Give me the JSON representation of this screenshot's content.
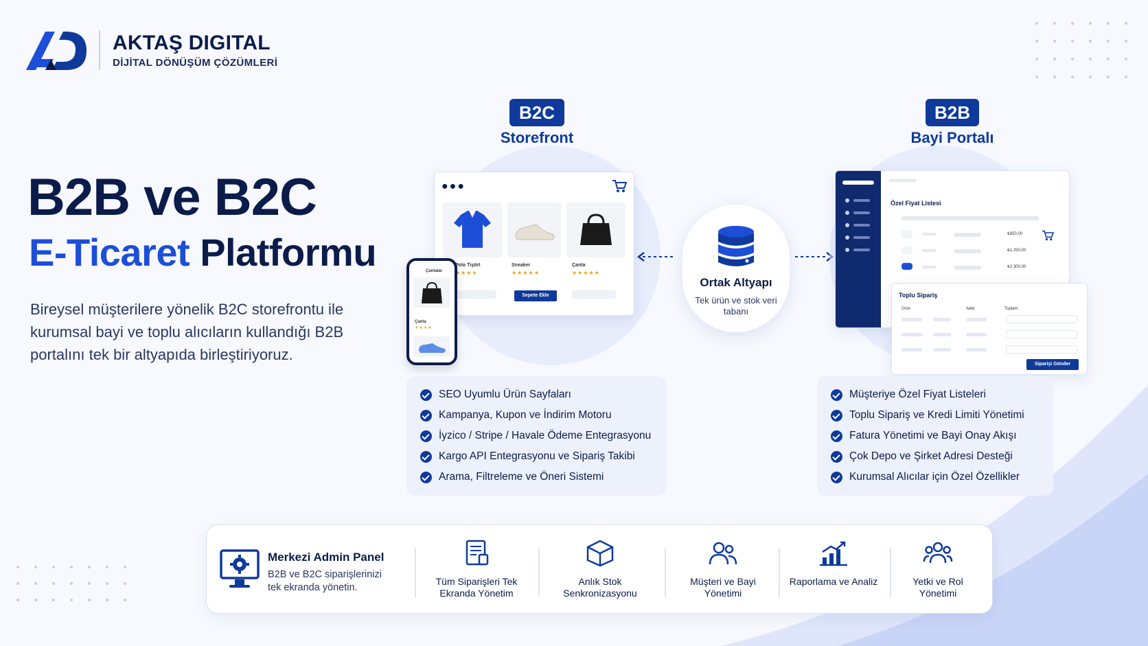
{
  "brand": {
    "name": "AKTAŞ DIGITAL",
    "tagline": "DİJİTAL DÖNÜŞÜM ÇÖZÜMLERİ"
  },
  "hero": {
    "line1": "B2B ve B2C",
    "line2_accent": "E-Ticaret",
    "line2_rest": "Platformu",
    "description": "Bireysel müşterilere yönelik B2C storefrontu ile kurumsal bayi ve toplu alıcıların kullandığı B2B portalını tek bir altyapıda birleştiriyoruz."
  },
  "b2c": {
    "badge": "B2C",
    "subtitle": "Storefront",
    "products": [
      {
        "name": "Polo Tişört",
        "stars": "★★★★"
      },
      {
        "name": "Sneaker",
        "stars": "★★★★★"
      },
      {
        "name": "Çanta",
        "stars": "★★★★★"
      }
    ],
    "add_to_cart": "Sepete Ekle",
    "phone_title": "Çantalar",
    "phone_item": "Çanta",
    "phone_stars": "★★★★",
    "features": [
      "SEO Uyumlu Ürün Sayfaları",
      "Kampanya, Kupon ve İndirim Motoru",
      "İyzico / Stripe / Havale Ödeme Entegrasyonu",
      "Kargo API Entegrasyonu ve Sipariş Takibi",
      "Arama, Filtreleme ve Öneri Sistemi"
    ]
  },
  "b2b": {
    "badge": "B2B",
    "subtitle": "Bayi Portalı",
    "price_list_title": "Özel Fiyat Listesi",
    "prices": [
      "₺850,00",
      "₺1.250,00",
      "₺2.300,00"
    ],
    "bulk_title": "Toplu Sipariş",
    "bulk_cols": [
      "Ürün",
      "Adet",
      "Toplam"
    ],
    "send_order": "Siparişi Gönder",
    "features": [
      "Müşteriye Özel Fiyat Listeleri",
      "Toplu Sipariş ve Kredi Limiti Yönetimi",
      "Fatura Yönetimi ve Bayi Onay Akışı",
      "Çok Depo ve Şirket Adresi Desteği",
      "Kurumsal Alıcılar için Özel Özellikler"
    ]
  },
  "core": {
    "title": "Ortak Altyapı",
    "subtitle": "Tek ürün ve stok veri tabanı"
  },
  "admin": {
    "title": "Merkezi Admin Panel",
    "subtitle": "B2B ve B2C siparişlerinizi tek ekranda yönetin.",
    "items": [
      {
        "label": "Tüm Siparişleri Tek Ekranda Yönetim",
        "icon": "orders-icon"
      },
      {
        "label": "Anlık Stok Senkronizasyonu",
        "icon": "box-icon"
      },
      {
        "label": "Müşteri ve Bayi Yönetimi",
        "icon": "users-icon"
      },
      {
        "label": "Raporlama ve Analiz",
        "icon": "chart-icon"
      },
      {
        "label": "Yetki ve Rol Yönetimi",
        "icon": "roles-icon"
      }
    ]
  },
  "colors": {
    "primary": "#0f3a9c",
    "accent": "#1d4ed8",
    "dark": "#0b1c4a"
  }
}
